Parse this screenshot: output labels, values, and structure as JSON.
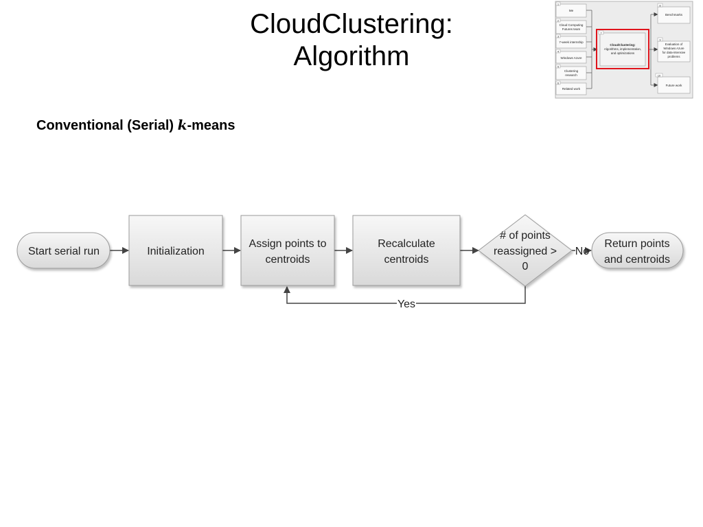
{
  "slide": {
    "title_line1": "CloudClustering:",
    "title_line2": "Algorithm",
    "subtitle_prefix": "Conventional (Serial) ",
    "subtitle_var": "k",
    "subtitle_suffix": "-means"
  },
  "flowchart": {
    "start": "Start serial run",
    "init": "Initialization",
    "assign_1": "Assign points to",
    "assign_2": "centroids",
    "recalc_1": "Recalculate",
    "recalc_2": "centroids",
    "decision_1": "# of points",
    "decision_2": "reassigned >",
    "decision_3": "0",
    "no_label": "No",
    "yes_label": "Yes",
    "return_1": "Return points",
    "return_2": "and centroids"
  },
  "navigator": {
    "left_items": [
      {
        "num": "1",
        "lines": [
          "Me"
        ]
      },
      {
        "num": "2",
        "lines": [
          "Cloud Computing",
          "Futures team"
        ]
      },
      {
        "num": "3",
        "lines": [
          "7-week internship"
        ]
      },
      {
        "num": "4",
        "lines": [
          "Windows Azure"
        ]
      },
      {
        "num": "5",
        "lines": [
          "Clustering",
          "research"
        ]
      },
      {
        "num": "6",
        "lines": [
          "Related work"
        ]
      }
    ],
    "center": {
      "num": "7",
      "title": "CloudClustering:",
      "lines": [
        "Algorithms, implementation,",
        "and optimizations"
      ]
    },
    "right_items": [
      {
        "num": "8",
        "lines": [
          "Benchmarks"
        ]
      },
      {
        "num": "9",
        "lines": [
          "Evaluation of",
          "Windows Azure",
          "for data-intensive",
          "problems"
        ]
      },
      {
        "num": "10",
        "lines": [
          "Future work"
        ]
      }
    ],
    "highlight_color": "#e0141c"
  }
}
